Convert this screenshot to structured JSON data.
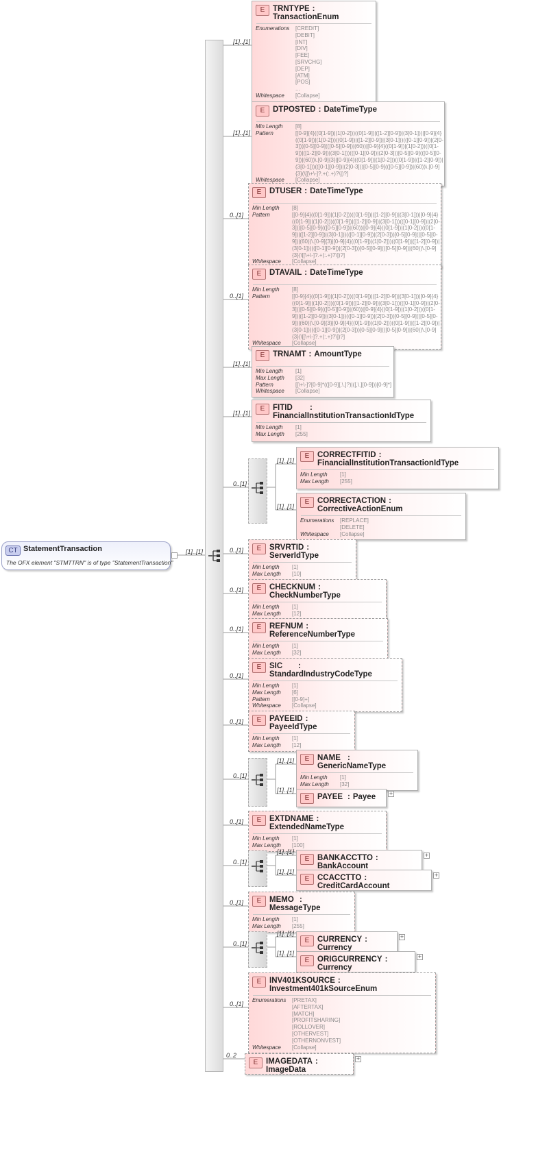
{
  "complex_type": {
    "badge": "CT",
    "name": "StatementTransaction",
    "doc": "The OFX element \"STMTTRN\" is of type \"StatementTransaction\"",
    "card": "[1]..[1]"
  },
  "items": [
    {
      "kind": "elem",
      "badge": "E",
      "name": "TRNTYPE",
      "type": "TransactionEnum",
      "card": "[1]..[1]",
      "optional": false,
      "facets": [
        {
          "k": "Enumerations",
          "v": [
            "[CREDIT]",
            "[DEBIT]",
            "[INT]",
            "[DIV]",
            "[FEE]",
            "[SRVCHG]",
            "[DEP]",
            "[ATM]",
            "[POS]",
            "..."
          ]
        },
        {
          "k": "Whitespace",
          "v": [
            "[Collapse]"
          ]
        }
      ]
    },
    {
      "kind": "elem",
      "badge": "E",
      "name": "DTPOSTED",
      "type": "DateTimeType",
      "card": "[1]..[1]",
      "optional": false,
      "facets": [
        {
          "k": "Min Length",
          "v": [
            "[8]"
          ]
        },
        {
          "k": "Pattern",
          "v": [
            "[[0-9]{4}((0[1-9])|(1[0-2]))((0[1-9])|([1-2][0-9])|(3[0-1]))|[0-9]{4}((0[1-9])|(1[0-2]))((0[1-9])|([1-2][0-9])|(3[0-1]))(([0-1][0-9])|(2[0-3]))[0-5][0-9](([0-5][0-9])|(60))|[0-9]{4}((0[1-9])|(1[0-2]))((0[1-9])|([1-2][0-9])|(3[0-1]))(([0-1][0-9])|(2[0-3]))[0-5][0-9](([0-5][0-9])|(60))\\.[0-9]{3}|[0-9]{4}((0[1-9])|(1[0-2]))((0[1-9])|([1-2][0-9])|(3[0-1]))(([0-1][0-9])|(2[0-3]))[0-5][0-9](([0-5][0-9])|(60))\\.[0-9]{3}(\\[[\\+\\-]?.+(:.+)?\\])?]"
          ]
        },
        {
          "k": "Whitespace",
          "v": [
            "[Collapse]"
          ]
        }
      ]
    },
    {
      "kind": "elem",
      "badge": "E",
      "name": "DTUSER",
      "type": "DateTimeType",
      "card": "0..[1]",
      "optional": true,
      "facets": [
        {
          "k": "Min Length",
          "v": [
            "[8]"
          ]
        },
        {
          "k": "Pattern",
          "v": [
            "[[0-9]{4}((0[1-9])|(1[0-2]))((0[1-9])|([1-2][0-9])|(3[0-1]))|[0-9]{4}((0[1-9])|(1[0-2]))((0[1-9])|([1-2][0-9])|(3[0-1]))(([0-1][0-9])|(2[0-3]))[0-5][0-9](([0-5][0-9])|(60))|[0-9]{4}((0[1-9])|(1[0-2]))((0[1-9])|([1-2][0-9])|(3[0-1]))(([0-1][0-9])|(2[0-3]))[0-5][0-9](([0-5][0-9])|(60))\\.[0-9]{3}|[0-9]{4}((0[1-9])|(1[0-2]))((0[1-9])|([1-2][0-9])|(3[0-1]))(([0-1][0-9])|(2[0-3]))[0-5][0-9](([0-5][0-9])|(60))\\.[0-9]{3}(\\[[\\+\\-]?.+(:.+)?\\])?]"
          ]
        },
        {
          "k": "Whitespace",
          "v": [
            "[Collapse]"
          ]
        }
      ]
    },
    {
      "kind": "elem",
      "badge": "E",
      "name": "DTAVAIL",
      "type": "DateTimeType",
      "card": "0..[1]",
      "optional": true,
      "facets": [
        {
          "k": "Min Length",
          "v": [
            "[8]"
          ]
        },
        {
          "k": "Pattern",
          "v": [
            "[[0-9]{4}((0[1-9])|(1[0-2]))((0[1-9])|([1-2][0-9])|(3[0-1]))|[0-9]{4}((0[1-9])|(1[0-2]))((0[1-9])|([1-2][0-9])|(3[0-1]))(([0-1][0-9])|(2[0-3]))[0-5][0-9](([0-5][0-9])|(60))|[0-9]{4}((0[1-9])|(1[0-2]))((0[1-9])|([1-2][0-9])|(3[0-1]))(([0-1][0-9])|(2[0-3]))[0-5][0-9](([0-5][0-9])|(60))\\.[0-9]{3}|[0-9]{4}((0[1-9])|(1[0-2]))((0[1-9])|([1-2][0-9])|(3[0-1]))(([0-1][0-9])|(2[0-3]))[0-5][0-9](([0-5][0-9])|(60))\\.[0-9]{3}(\\[[\\+\\-]?.+(:.+)?\\])?]"
          ]
        },
        {
          "k": "Whitespace",
          "v": [
            "[Collapse]"
          ]
        }
      ]
    },
    {
      "kind": "elem",
      "badge": "E",
      "name": "TRNAMT",
      "type": "AmountType",
      "card": "[1]..[1]",
      "optional": false,
      "facets": [
        {
          "k": "Min Length",
          "v": [
            "[1]"
          ]
        },
        {
          "k": "Max Length",
          "v": [
            "[32]"
          ]
        },
        {
          "k": "Pattern",
          "v": [
            "[[\\+\\-]?[0-9]*(([0-9][,\\.]?)|([,\\.][0-9]))[0-9]*]"
          ]
        },
        {
          "k": "Whitespace",
          "v": [
            "[Collapse]"
          ]
        }
      ]
    },
    {
      "kind": "elem",
      "badge": "E",
      "name": "FITID",
      "type": "FinancialInstitutionTransactionIdType",
      "card": "[1]..[1]",
      "optional": false,
      "facets": [
        {
          "k": "Min Length",
          "v": [
            "[1]"
          ]
        },
        {
          "k": "Max Length",
          "v": [
            "[255]"
          ]
        }
      ]
    },
    {
      "kind": "group",
      "card": "0..[1]",
      "children": [
        {
          "badge": "E",
          "name": "CORRECTFITID",
          "type": "FinancialInstitutionTransactionIdType",
          "card": "[1]..[1]",
          "optional": false,
          "facets": [
            {
              "k": "Min Length",
              "v": [
                "[1]"
              ]
            },
            {
              "k": "Max Length",
              "v": [
                "[255]"
              ]
            }
          ]
        },
        {
          "badge": "E",
          "name": "CORRECTACTION",
          "type": "CorrectiveActionEnum",
          "card": "[1]..[1]",
          "optional": false,
          "facets": [
            {
              "k": "Enumerations",
              "v": [
                "[REPLACE]",
                "[DELETE]"
              ]
            },
            {
              "k": "Whitespace",
              "v": [
                "[Collapse]"
              ]
            }
          ]
        }
      ]
    },
    {
      "kind": "elem",
      "badge": "E",
      "name": "SRVRTID",
      "type": "ServerIdType",
      "card": "0..[1]",
      "optional": true,
      "facets": [
        {
          "k": "Min Length",
          "v": [
            "[1]"
          ]
        },
        {
          "k": "Max Length",
          "v": [
            "[10]"
          ]
        }
      ]
    },
    {
      "kind": "elem",
      "badge": "E",
      "name": "CHECKNUM",
      "type": "CheckNumberType",
      "card": "0..[1]",
      "optional": true,
      "facets": [
        {
          "k": "Min Length",
          "v": [
            "[1]"
          ]
        },
        {
          "k": "Max Length",
          "v": [
            "[12]"
          ]
        }
      ]
    },
    {
      "kind": "elem",
      "badge": "E",
      "name": "REFNUM",
      "type": "ReferenceNumberType",
      "card": "0..[1]",
      "optional": true,
      "facets": [
        {
          "k": "Min Length",
          "v": [
            "[1]"
          ]
        },
        {
          "k": "Max Length",
          "v": [
            "[32]"
          ]
        }
      ]
    },
    {
      "kind": "elem",
      "badge": "E",
      "name": "SIC",
      "type": "StandardIndustryCodeType",
      "card": "0..[1]",
      "optional": true,
      "facets": [
        {
          "k": "Min Length",
          "v": [
            "[1]"
          ]
        },
        {
          "k": "Max Length",
          "v": [
            "[6]"
          ]
        },
        {
          "k": "Pattern",
          "v": [
            "[[0-9]+]"
          ]
        },
        {
          "k": "Whitespace",
          "v": [
            "[Collapse]"
          ]
        }
      ]
    },
    {
      "kind": "elem",
      "badge": "E",
      "name": "PAYEEID",
      "type": "PayeeIdType",
      "card": "0..[1]",
      "optional": true,
      "facets": [
        {
          "k": "Min Length",
          "v": [
            "[1]"
          ]
        },
        {
          "k": "Max Length",
          "v": [
            "[12]"
          ]
        }
      ]
    },
    {
      "kind": "group",
      "card": "0..[1]",
      "children": [
        {
          "badge": "E",
          "name": "NAME",
          "type": "GenericNameType",
          "card": "[1]..[1]",
          "optional": false,
          "facets": [
            {
              "k": "Min Length",
              "v": [
                "[1]"
              ]
            },
            {
              "k": "Max Length",
              "v": [
                "[32]"
              ]
            }
          ]
        },
        {
          "badge": "E",
          "name": "PAYEE",
          "type": "Payee",
          "card": "[1]..[1]",
          "optional": false,
          "facets": [],
          "expand": true
        }
      ]
    },
    {
      "kind": "elem",
      "badge": "E",
      "name": "EXTDNAME",
      "type": "ExtendedNameType",
      "card": "0..[1]",
      "optional": true,
      "facets": [
        {
          "k": "Min Length",
          "v": [
            "[1]"
          ]
        },
        {
          "k": "Max Length",
          "v": [
            "[100]"
          ]
        }
      ]
    },
    {
      "kind": "group",
      "card": "0..[1]",
      "children": [
        {
          "badge": "E",
          "name": "BANKACCTTO",
          "type": "BankAccount",
          "card": "[1]..[1]",
          "optional": false,
          "facets": [],
          "expand": true
        },
        {
          "badge": "E",
          "name": "CCACCTTO",
          "type": "CreditCardAccount",
          "card": "[1]..[1]",
          "optional": false,
          "facets": [],
          "expand": true
        }
      ]
    },
    {
      "kind": "elem",
      "badge": "E",
      "name": "MEMO",
      "type": "MessageType",
      "card": "0..[1]",
      "optional": true,
      "facets": [
        {
          "k": "Min Length",
          "v": [
            "[1]"
          ]
        },
        {
          "k": "Max Length",
          "v": [
            "[255]"
          ]
        }
      ]
    },
    {
      "kind": "group",
      "card": "0..[1]",
      "children": [
        {
          "badge": "E",
          "name": "CURRENCY",
          "type": "Currency",
          "card": "[1]..[1]",
          "optional": false,
          "facets": [],
          "expand": true
        },
        {
          "badge": "E",
          "name": "ORIGCURRENCY",
          "type": "Currency",
          "card": "[1]..[1]",
          "optional": false,
          "facets": [],
          "expand": true
        }
      ]
    },
    {
      "kind": "elem",
      "badge": "E",
      "name": "INV401KSOURCE",
      "type": "Investment401kSourceEnum",
      "card": "0..[1]",
      "optional": true,
      "facets": [
        {
          "k": "Enumerations",
          "v": [
            "[PRETAX]",
            "[AFTERTAX]",
            "[MATCH]",
            "[PROFITSHARING]",
            "[ROLLOVER]",
            "[OTHERVEST]",
            "[OTHERNONVEST]"
          ]
        },
        {
          "k": "Whitespace",
          "v": [
            "[Collapse]"
          ]
        }
      ]
    },
    {
      "kind": "elem",
      "badge": "E",
      "name": "IMAGEDATA",
      "type": "ImageData",
      "card": "0..2",
      "optional": true,
      "facets": [],
      "expand": true
    }
  ]
}
